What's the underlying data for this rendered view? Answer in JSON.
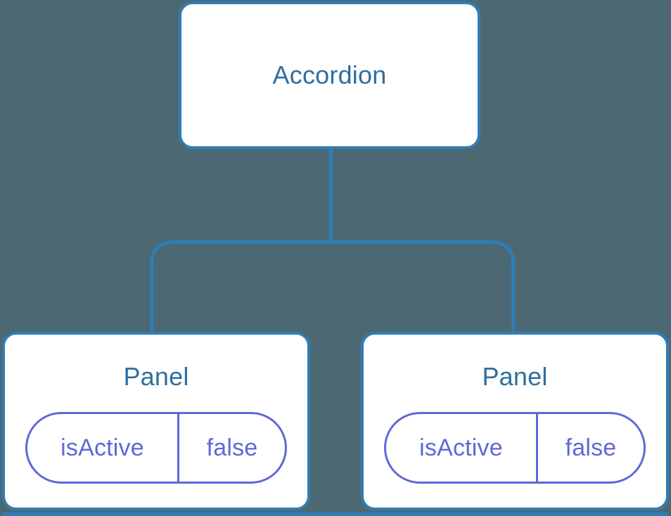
{
  "diagram": {
    "root": {
      "label": "Accordion"
    },
    "children": [
      {
        "label": "Panel",
        "state": {
          "key": "isActive",
          "value": "false"
        }
      },
      {
        "label": "Panel",
        "state": {
          "key": "isActive",
          "value": "false"
        }
      }
    ]
  },
  "colors": {
    "background": "#4C6973",
    "node_fill": "#FFFFFF",
    "node_border": "#2F7DB5",
    "connector": "#2F7DB5",
    "label_text": "#2E6F9D",
    "state_accent": "#5F68D8"
  }
}
